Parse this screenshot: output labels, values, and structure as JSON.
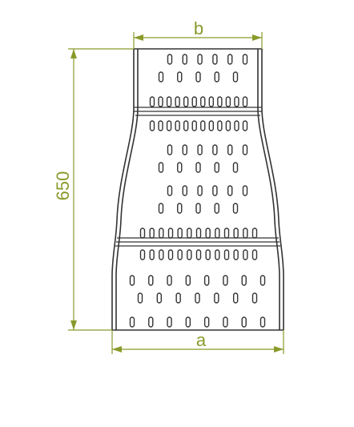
{
  "diagram": {
    "width_top_label": "b",
    "width_bottom_label": "a",
    "height_label": "650",
    "dimension_color": "#8a9a2a",
    "outline_color": "#333333"
  }
}
